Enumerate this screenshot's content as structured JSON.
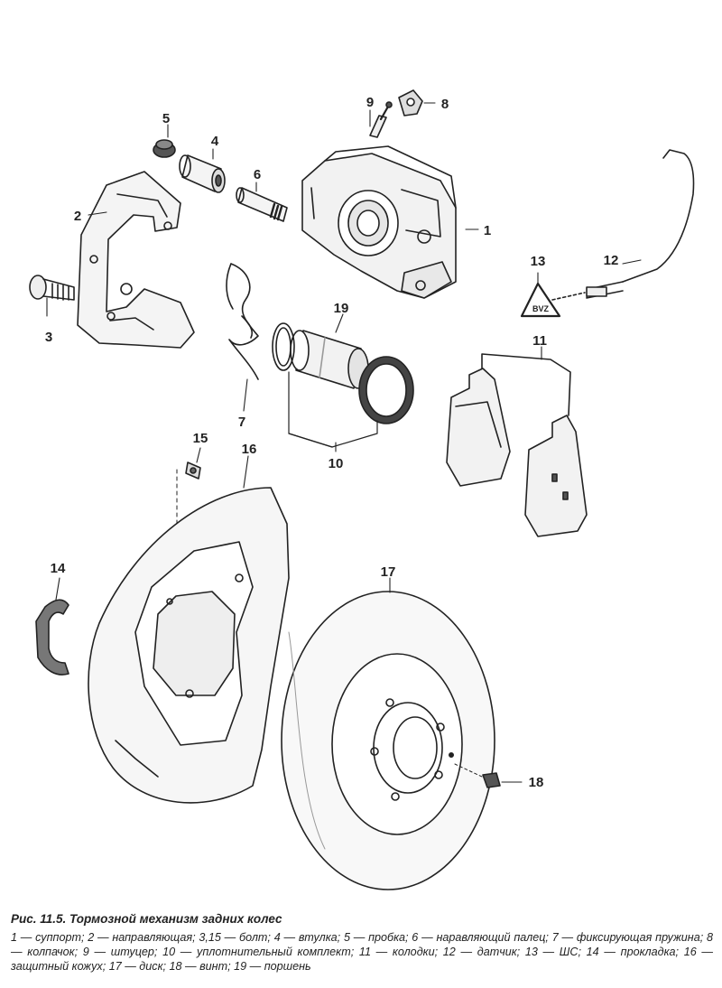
{
  "figure": {
    "title": "Рис. 11.5. Тормозной механизм задних колес",
    "legend": "1 — суппорт; 2 — направляющая; 3,15 — болт; 4 — втулка; 5 — пробка; 6 — наравляющий палец; 7 — фиксирующая пружина; 8 — колпачок; 9 — штуцер; 10 — уплотнительный комплект; 11 — колодки; 12 — датчик; 13 — ШС; 14 — прокладка; 16 — защитный кожух; 17 — диск; 18 — винт; 19 — поршень"
  },
  "callouts": {
    "c1": "1",
    "c2": "2",
    "c3": "3",
    "c4": "4",
    "c5": "5",
    "c6": "6",
    "c7": "7",
    "c8": "8",
    "c9": "9",
    "c10": "10",
    "c11": "11",
    "c12": "12",
    "c13": "13",
    "c14": "14",
    "c15": "15",
    "c16": "16",
    "c17": "17",
    "c18": "18",
    "c19": "19"
  },
  "parts": {
    "sensor_symbol": "BVZ"
  },
  "colors": {
    "ink": "#222222",
    "paper": "#ffffff"
  }
}
